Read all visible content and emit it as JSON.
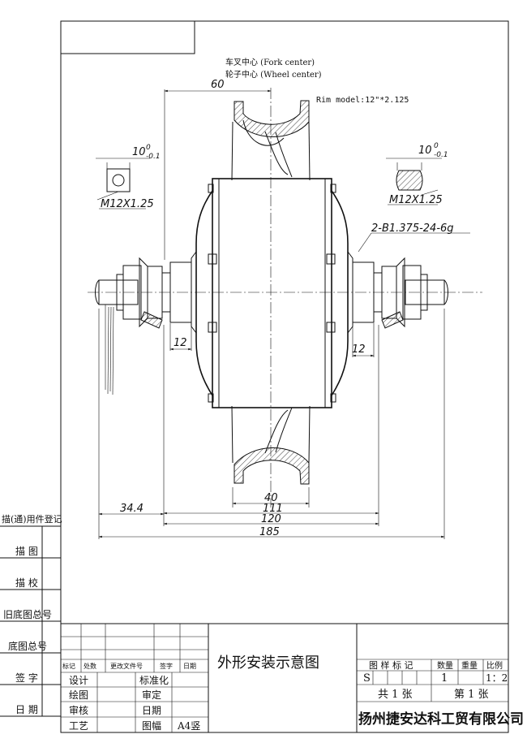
{
  "labels": {
    "fork_center": "车叉中心 (Fork center)",
    "wheel_center": "轮子中心 (Wheel center)",
    "rim_model": "Rim model:12\"*2.125",
    "thread_left": "M12X1.25",
    "thread_right": "M12X1.25",
    "flat_tol_left": {
      "nominal": "10",
      "upper": "0",
      "lower": "-0.1"
    },
    "flat_tol_right": {
      "nominal": "10",
      "upper": "0",
      "lower": "-0.1"
    },
    "spline": "2-B1.375-24-6g"
  },
  "dimensions": {
    "d60": "60",
    "d12_left": "12",
    "d12_right": "12",
    "d34": "34.4",
    "d40": "40",
    "d111": "111",
    "d120": "120",
    "d185": "185"
  },
  "side_labels": [
    "描(通)用件登记",
    "描 图",
    "描 校",
    "旧底图总号",
    "底图总号",
    "签 字",
    "日 期"
  ],
  "title_block": {
    "rev_headers": [
      "标记",
      "处数",
      "更改文件号",
      "签字",
      "日期"
    ],
    "roles_left": [
      "设计",
      "绘图",
      "审核",
      "工艺"
    ],
    "roles_right": [
      "标准化",
      "审定",
      "日期",
      "图幅"
    ],
    "paper_size": "A4竖",
    "drawing_title": "外形安装示意图",
    "stage_header": "图 样 标 记",
    "qty_header": "数量",
    "weight_header": "重量",
    "scale_header": "比例",
    "stage_mark": "S",
    "qty_value": "1",
    "scale_value": "1：2",
    "total_sheets": "共 1 张",
    "sheet_no": "第 1 张",
    "company": "扬州捷安达科工贸有限公司"
  }
}
